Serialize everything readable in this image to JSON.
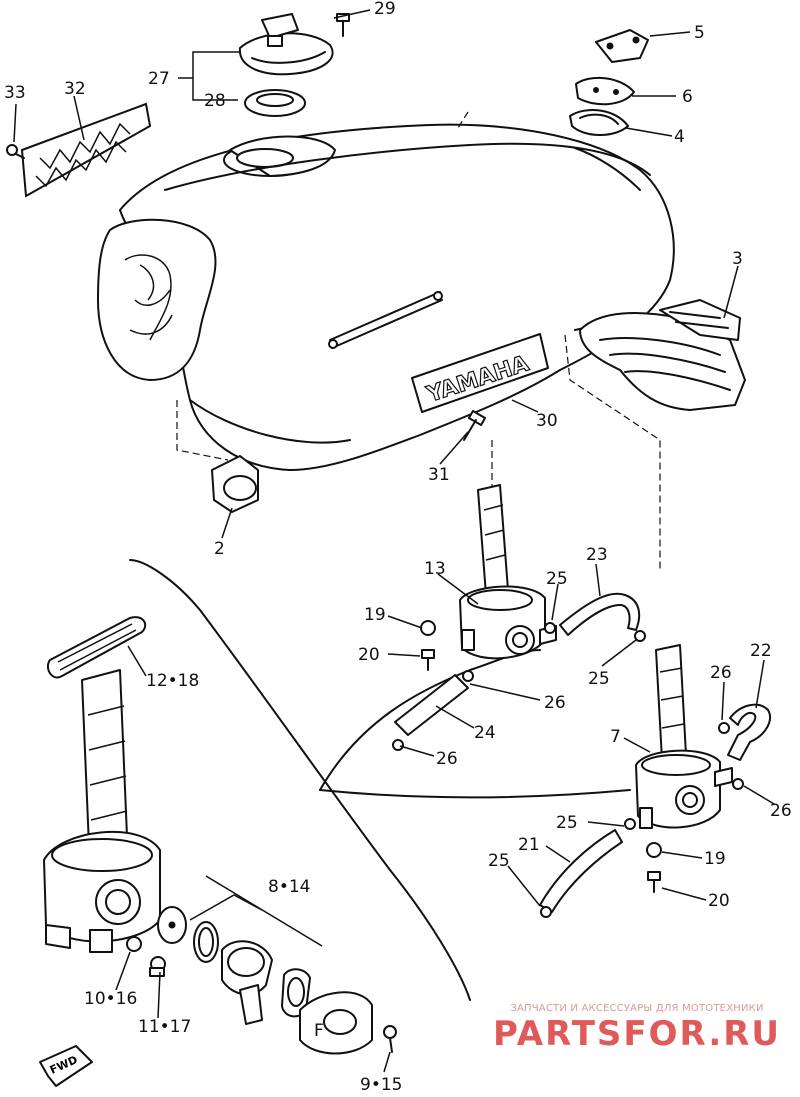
{
  "diagram": {
    "labels": {
      "p2": "2",
      "p3": "3",
      "p4": "4",
      "p5": "5",
      "p6": "6",
      "p7": "7",
      "p8_14": "8•14",
      "p9_15": "9•15",
      "p10_16": "10•16",
      "p11_17": "11•17",
      "p12_18": "12•18",
      "p13": "13",
      "p19a": "19",
      "p19b": "19",
      "p20a": "20",
      "p20b": "20",
      "p21": "21",
      "p22": "22",
      "p23": "23",
      "p24": "24",
      "p25a": "25",
      "p25b": "25",
      "p25c": "25",
      "p25d": "25",
      "p26a": "26",
      "p26b": "26",
      "p26c": "26",
      "p26d": "26",
      "p27": "27",
      "p28": "28",
      "p29": "29",
      "p30": "30",
      "p31": "31",
      "p32": "32",
      "p33": "33"
    },
    "emblem_text": "YAMAHA",
    "fwd_text": "FWD"
  },
  "watermark": {
    "small": "ЗАПЧАСТИ И АКСЕССУАРЫ ДЛЯ МОТОТЕХНИКИ",
    "big": "PARTSFOR.RU"
  }
}
